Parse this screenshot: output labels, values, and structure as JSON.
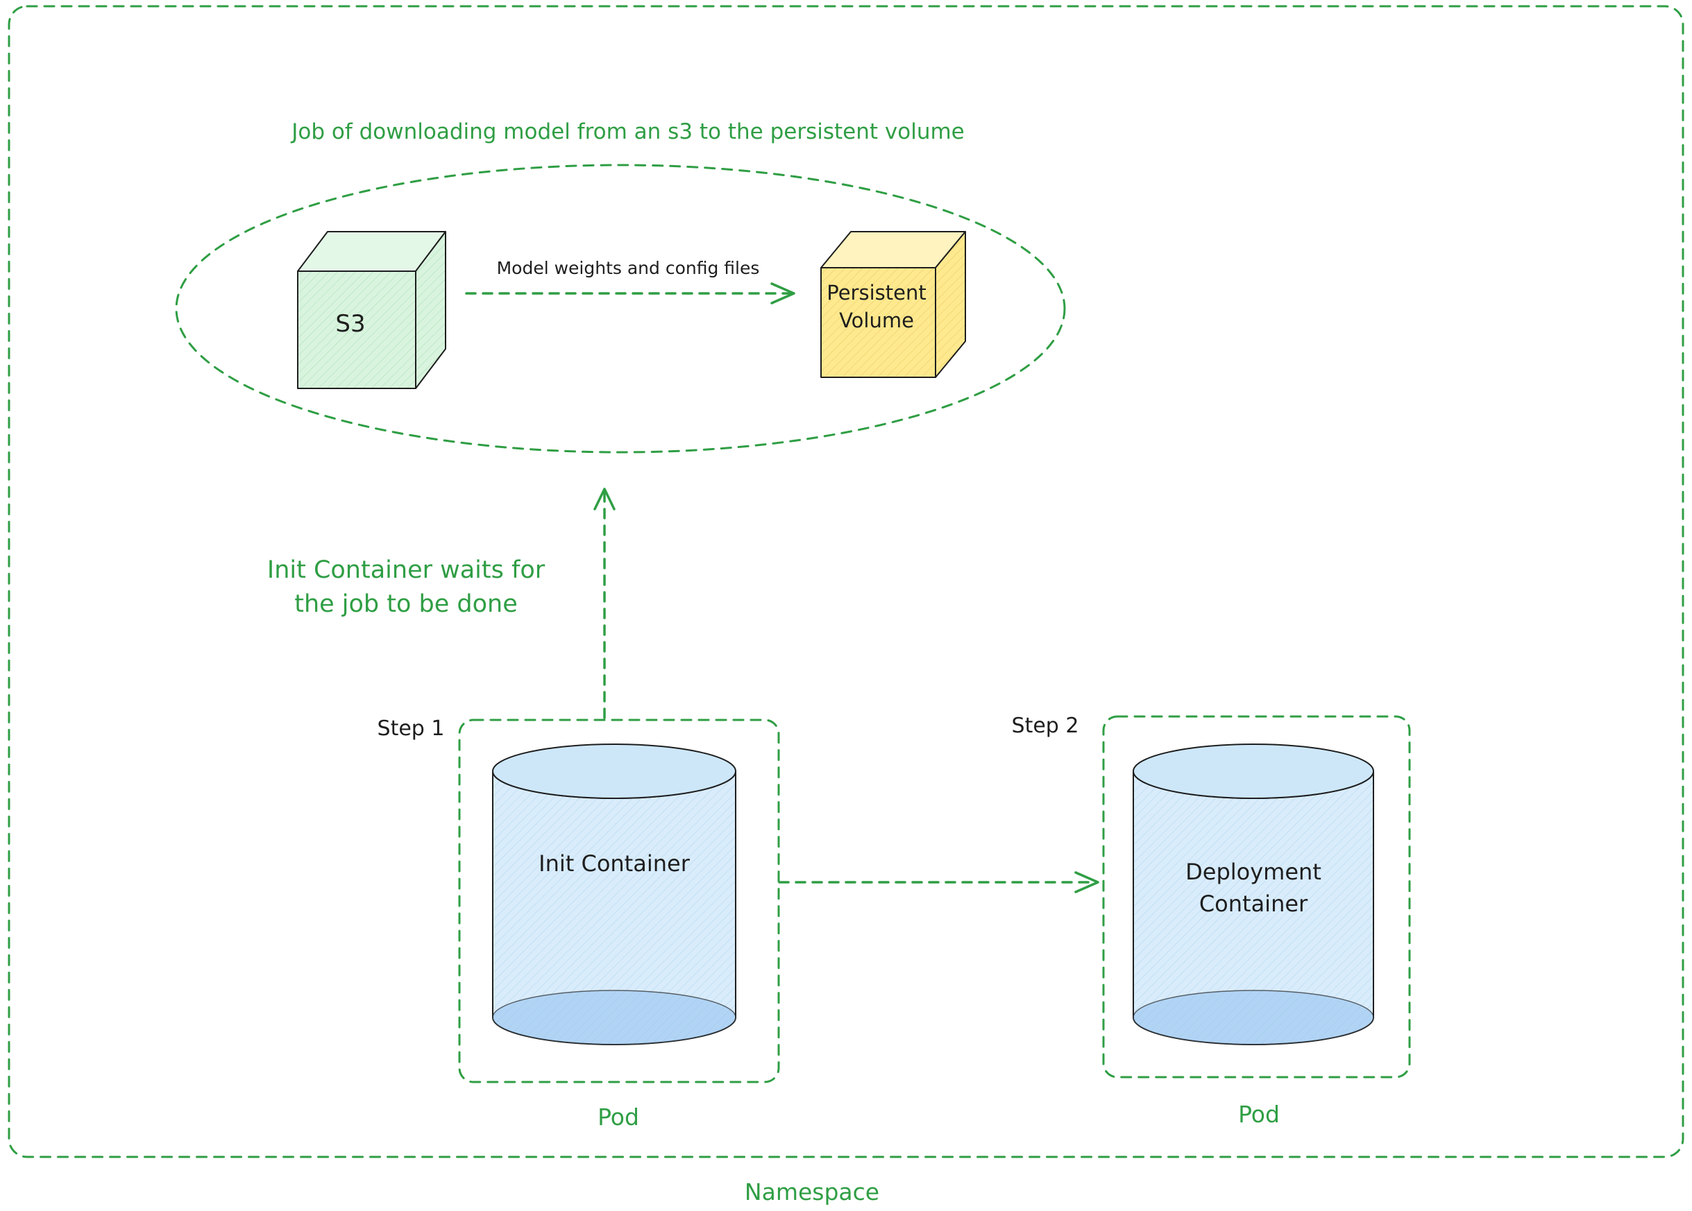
{
  "colors": {
    "green": "#2f9e44",
    "ink": "#1e1e1e",
    "s3-fill": "#d9f4de",
    "s3-top-fill": "#e4f8e8",
    "pv-fill": "#ffe98f",
    "pv-top-fill": "#fff3bf",
    "cylinder-fill": "#d9ecfb",
    "cylinder-top-fill": "#cde7f9"
  },
  "namespace": {
    "label": "Namespace"
  },
  "job": {
    "title": "Job of downloading model from an s3 to the persistent volume",
    "s3_label": "S3",
    "arrow_label": "Model weights and config files",
    "pv_label_line1": "Persistent",
    "pv_label_line2": "Volume"
  },
  "wait_note": {
    "line1": "Init Container waits for",
    "line2": "the job to be done"
  },
  "step1": {
    "label": "Step 1",
    "container_label": "Init Container",
    "pod_label": "Pod"
  },
  "step2": {
    "label": "Step 2",
    "container_label_line1": "Deployment",
    "container_label_line2": "Container",
    "pod_label": "Pod"
  }
}
